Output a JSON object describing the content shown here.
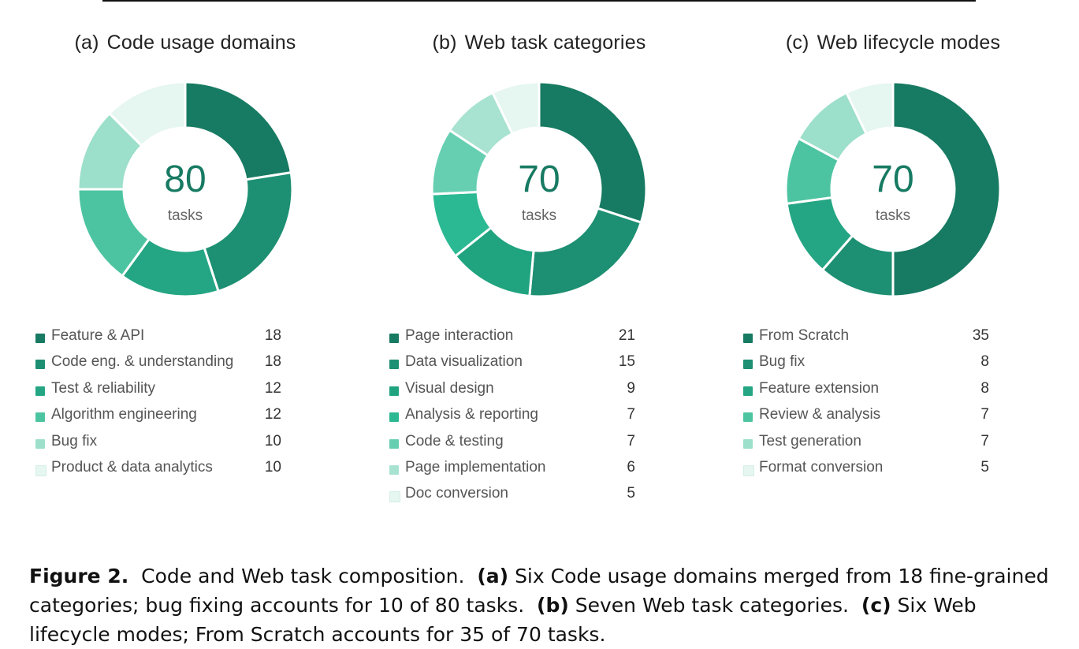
{
  "chart_data": [
    {
      "type": "pie",
      "panel_label": "(a)",
      "title": "Code usage domains",
      "center_value": "80",
      "center_label": "tasks",
      "categories": [
        "Feature & API",
        "Code eng. & understanding",
        "Test & reliability",
        "Algorithm engineering",
        "Bug fix",
        "Product & data analytics"
      ],
      "values": [
        18,
        18,
        12,
        12,
        10,
        10
      ],
      "colors": [
        "#177a62",
        "#1d8f72",
        "#24a583",
        "#4dc4a1",
        "#9cdfca",
        "#e6f6f0"
      ]
    },
    {
      "type": "pie",
      "panel_label": "(b)",
      "title": "Web task categories",
      "center_value": "70",
      "center_label": "tasks",
      "categories": [
        "Page interaction",
        "Data visualization",
        "Visual design",
        "Analysis & reporting",
        "Code & testing",
        "Page implementation",
        "Doc conversion"
      ],
      "values": [
        21,
        15,
        9,
        7,
        7,
        6,
        5
      ],
      "colors": [
        "#177a62",
        "#1d8f72",
        "#20a37f",
        "#2bb993",
        "#66cfb2",
        "#a8e2d0",
        "#e6f6f0"
      ]
    },
    {
      "type": "pie",
      "panel_label": "(c)",
      "title": "Web lifecycle modes",
      "center_value": "70",
      "center_label": "tasks",
      "categories": [
        "From Scratch",
        "Bug fix",
        "Feature extension",
        "Review & analysis",
        "Test generation",
        "Format conversion"
      ],
      "values": [
        35,
        8,
        8,
        7,
        7,
        5
      ],
      "colors": [
        "#177a62",
        "#1d8f72",
        "#24a583",
        "#4dc4a1",
        "#9cdfca",
        "#e6f6f0"
      ]
    }
  ],
  "caption": {
    "figure_label": "Figure 2.",
    "intro": "Code and Web task composition.",
    "a_label": "(a)",
    "a_text": "Six Code usage domains merged from 18 fine-grained categories; bug fixing accounts for 10 of 80 tasks.",
    "b_label": "(b)",
    "b_text": "Seven Web task categories.",
    "c_label": "(c)",
    "c_text": "Six Web lifecycle modes; From Scratch accounts for 35 of 70 tasks."
  }
}
